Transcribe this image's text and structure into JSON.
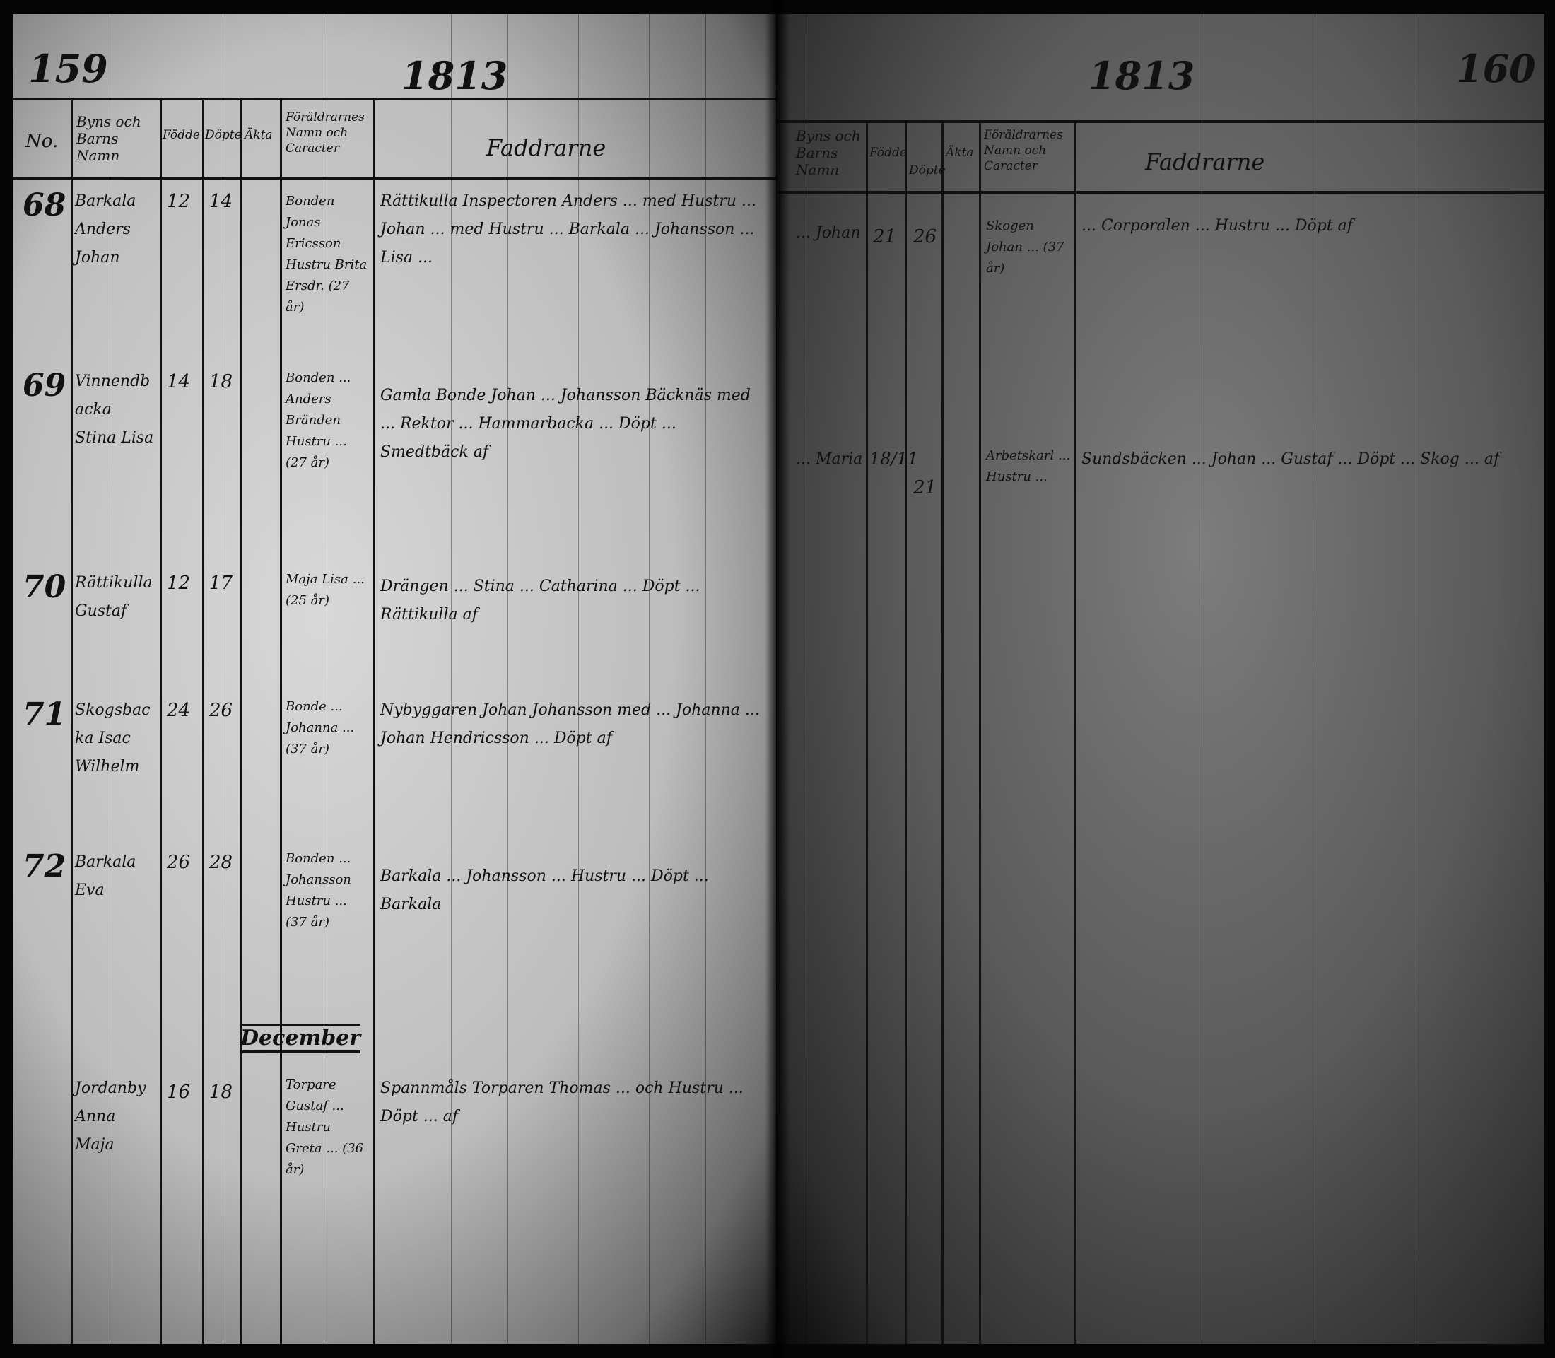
{
  "left_page": {
    "page_number": "159",
    "year": "1813",
    "headers": {
      "no": "No.",
      "names": "Byns och Barns Namn",
      "born": "Födde",
      "baptized": "Döpte",
      "col3": "Äkta",
      "parents": "Föräldrarnes Namn och Caracter",
      "sponsors": "Faddrarne"
    },
    "entries": [
      {
        "no": "68",
        "name": "Barkala Anders Johan",
        "born": "12",
        "baptized": "14",
        "parents": "Bonden Jonas Ericsson Hustru Brita Ersdr. (27 år)",
        "sponsors": "Rättikulla Inspectoren Anders ... med Hustru ... Johan ... med Hustru ... Barkala ... Johansson ... Lisa ..."
      },
      {
        "no": "69",
        "name": "Vinnendbacka Stina Lisa",
        "born": "14",
        "baptized": "18",
        "parents": "Bonden ... Anders Bränden Hustru ... (27 år)",
        "sponsors": "Gamla Bonde Johan ... Johansson Bäcknäs med ... Rektor ... Hammarbacka ... Döpt ... Smedtbäck af"
      },
      {
        "no": "70",
        "name": "Rättikulla Gustaf",
        "born": "12",
        "baptized": "17",
        "parents": "Maja Lisa ... (25 år)",
        "sponsors": "Drängen ... Stina ... Catharina ... Döpt ... Rättikulla af"
      },
      {
        "no": "71",
        "name": "Skogsbacka Isac Wilhelm",
        "born": "24",
        "baptized": "26",
        "parents": "Bonde ... Johanna ... (37 år)",
        "sponsors": "Nybyggaren Johan Johansson med ... Johanna ... Johan Hendricsson ... Döpt af"
      },
      {
        "no": "72",
        "name": "Barkala Eva",
        "born": "26",
        "baptized": "28",
        "parents": "Bonden ... Johansson Hustru ... (37 år)",
        "sponsors": "Barkala ... Johansson ... Hustru ... Döpt ... Barkala"
      },
      {
        "no": "",
        "name": "Jordanby Anna Maja",
        "born": "16",
        "baptized": "18",
        "parents": "Torpare Gustaf ... Hustru Greta ... (36 år)",
        "sponsors": "Spannmåls Torparen Thomas ... och Hustru ... Döpt ... af"
      }
    ],
    "month_label": "December"
  },
  "right_page": {
    "page_number": "160",
    "year": "1813",
    "headers": {
      "names": "Byns och Barns Namn",
      "born": "Födde",
      "baptized": "Döpte",
      "col3": "Äkta",
      "parents": "Föräldrarnes Namn och Caracter",
      "sponsors": "Faddrarne"
    },
    "entries": [
      {
        "name": "... Johan",
        "born": "21",
        "baptized": "26",
        "parents": "Skogen Johan ... (37 år)",
        "sponsors": "... Corporalen ... Hustru ... Döpt af"
      },
      {
        "name": "... Maria",
        "born": "18/11",
        "baptized": "21",
        "parents": "Arbetskarl ... Hustru ...",
        "sponsors": "Sundsbäcken ... Johan ... Gustaf ... Döpt ... Skog ... af"
      }
    ]
  }
}
